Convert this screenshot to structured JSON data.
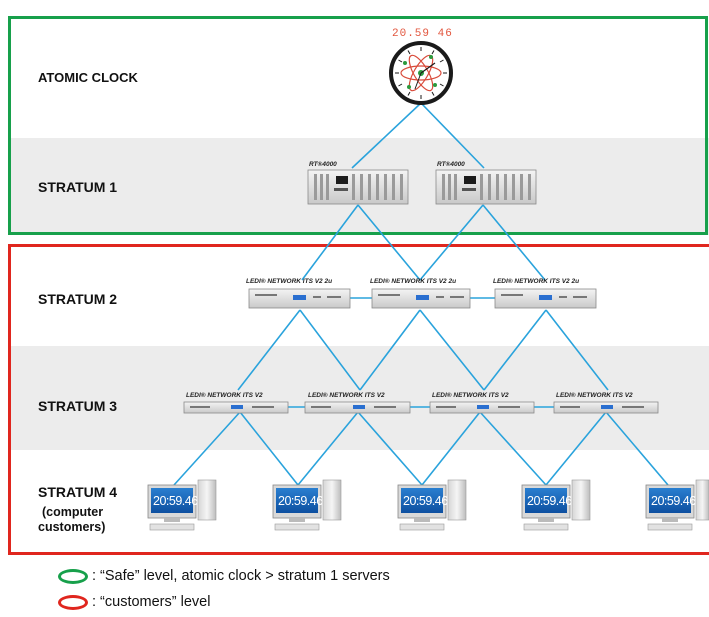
{
  "levels": {
    "atomic_clock": "ATOMIC CLOCK",
    "stratum1": "STRATUM 1",
    "stratum2": "STRATUM 2",
    "stratum3": "STRATUM 3",
    "stratum4": "STRATUM 4",
    "stratum4_sub_1": "(computer",
    "stratum4_sub_2": "customers)"
  },
  "clock": {
    "readout": "20.59 46",
    "icon": "atomic-clock-icon"
  },
  "devices": {
    "stratum1_label": "RT®4000",
    "stratum2_label": "LEDI® NETWORK ITS V2 2u",
    "stratum3_label": "LEDI® NETWORK ITS V2",
    "stratum4_screen": "20:59.46"
  },
  "legend": {
    "safe": ": “Safe” level, atomic clock > stratum 1 servers",
    "customers": ": “customers” level"
  },
  "colors": {
    "safe_border": "#17a04b",
    "customers_border": "#e0261e",
    "link_line": "#2aa3dc",
    "band_grey": "#ececec",
    "clock_readout": "#e2563e"
  }
}
